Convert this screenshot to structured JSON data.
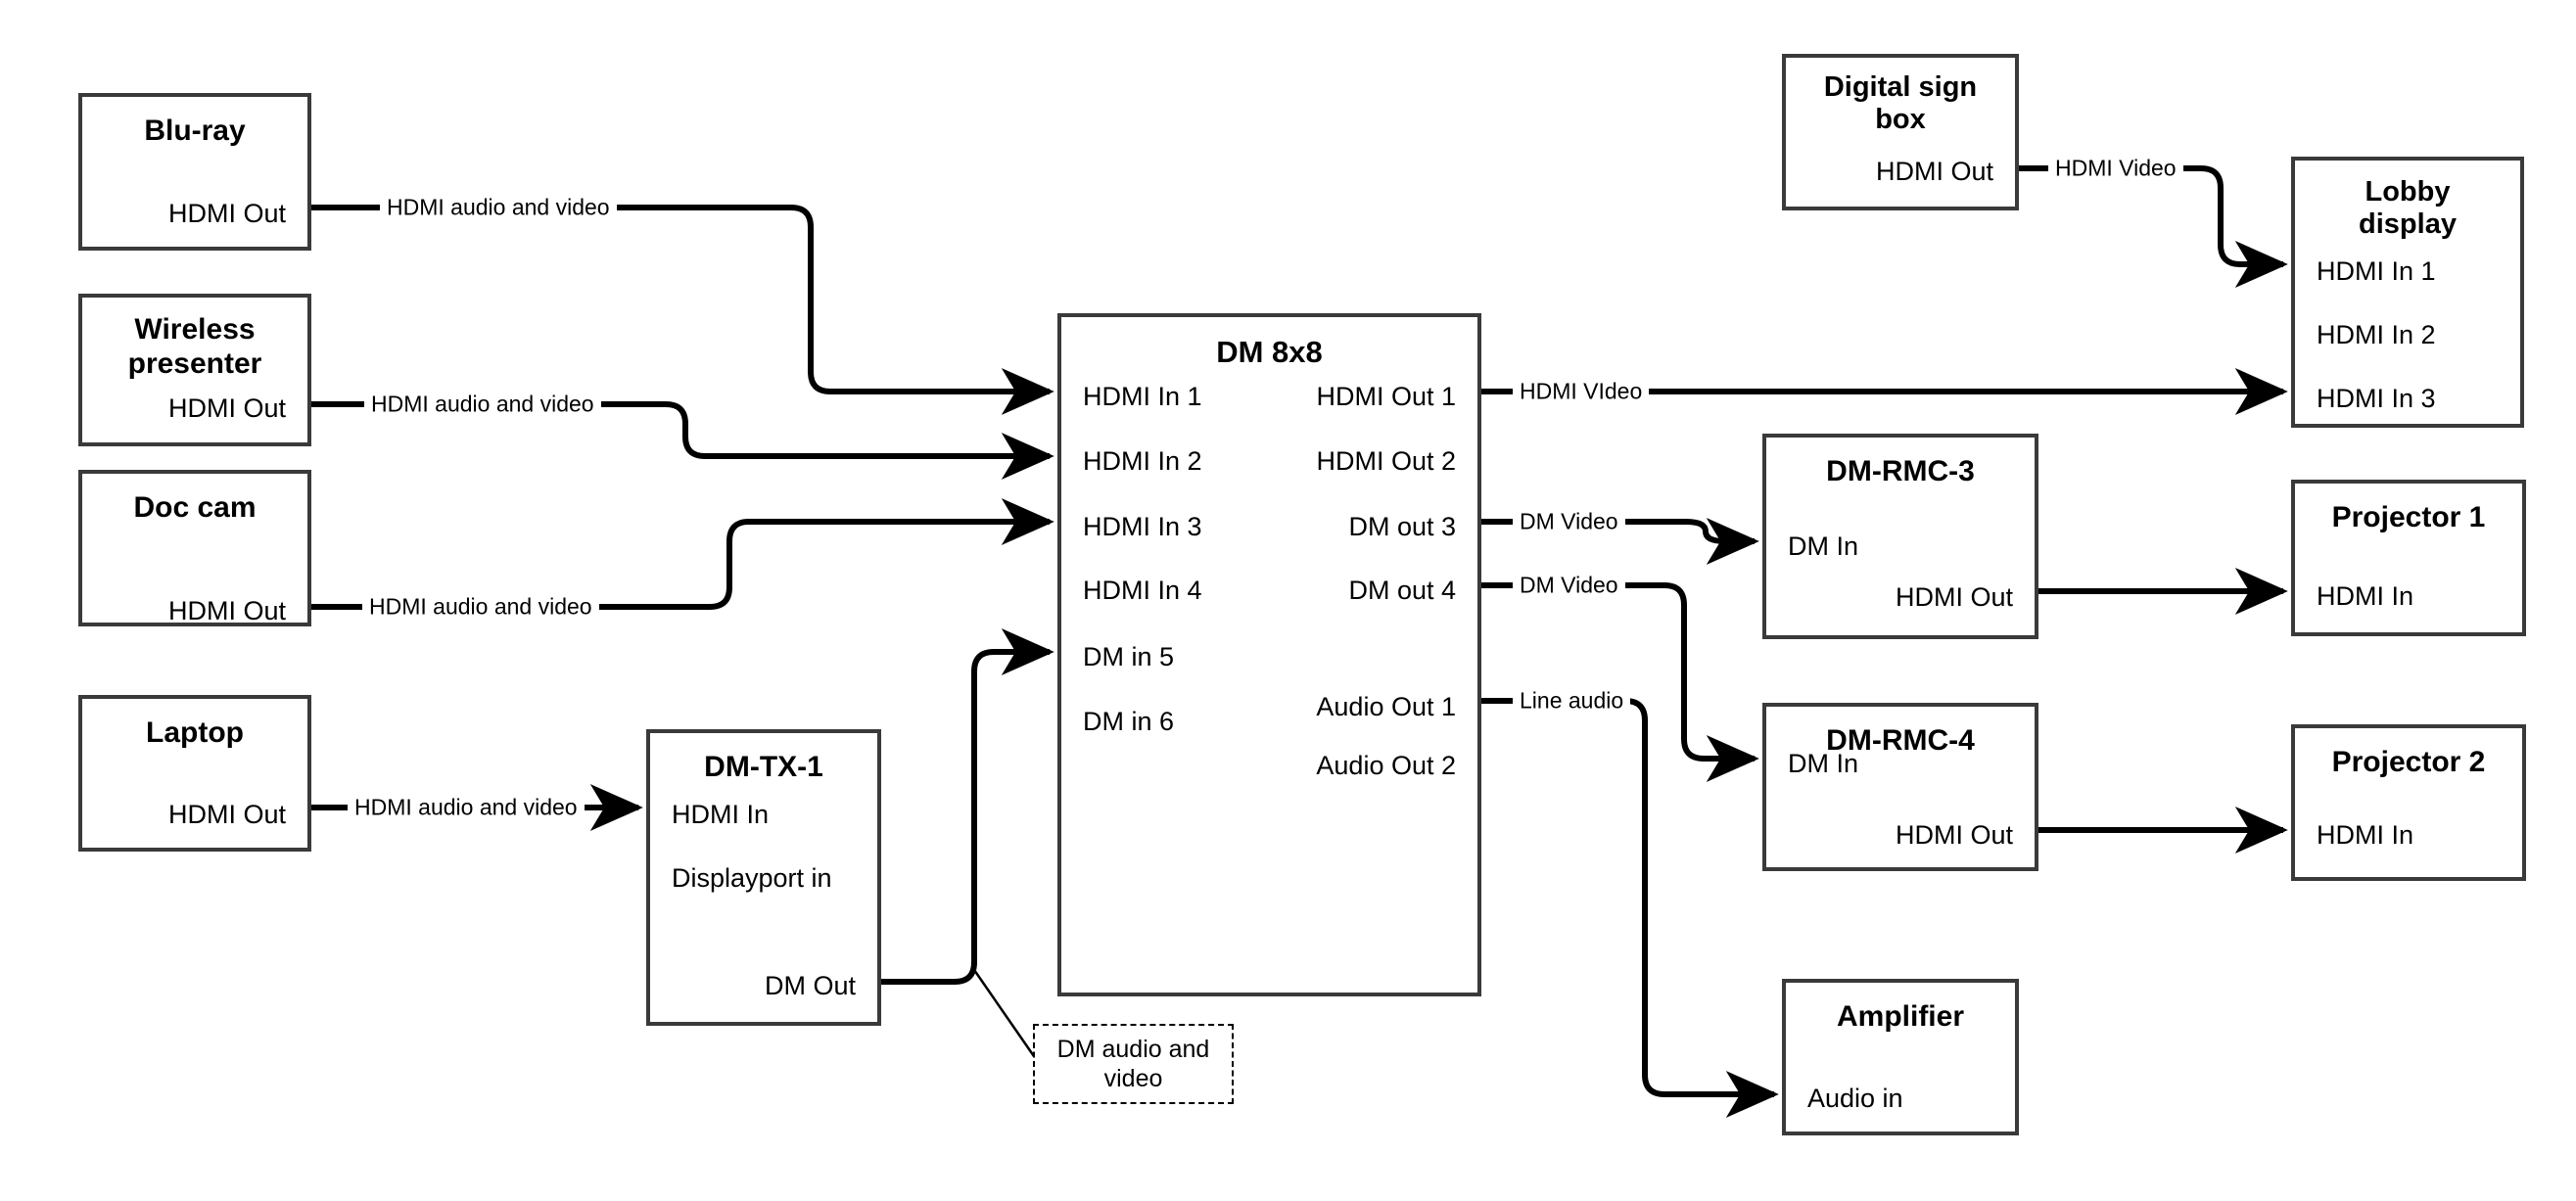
{
  "diagram": {
    "title": "AV signal flow diagram",
    "stroke_color": "#000000",
    "box_border_color": "#3a3a3a",
    "background": "#ffffff"
  },
  "nodes": {
    "bluray": {
      "title": "Blu-ray",
      "ports": {
        "out1": "HDMI Out"
      }
    },
    "wireless": {
      "title": "Wireless\npresenter",
      "ports": {
        "out1": "HDMI Out"
      }
    },
    "doccam": {
      "title": "Doc cam",
      "ports": {
        "out1": "HDMI Out"
      }
    },
    "laptop": {
      "title": "Laptop",
      "ports": {
        "out1": "HDMI Out"
      }
    },
    "dmtx1": {
      "title": "DM-TX-1",
      "ports": {
        "in1": "HDMI In",
        "in2": "Displayport in",
        "out1": "DM Out"
      }
    },
    "dm8x8": {
      "title": "DM 8x8",
      "inputs": [
        "HDMI In 1",
        "HDMI In 2",
        "HDMI In 3",
        "HDMI In 4",
        "DM in 5",
        "DM in 6"
      ],
      "outputs": [
        "HDMI Out 1",
        "HDMI Out 2",
        "DM out 3",
        "DM out 4",
        "Audio Out 1",
        "Audio Out 2"
      ]
    },
    "digitalsign": {
      "title": "Digital sign\nbox",
      "ports": {
        "out1": "HDMI Out"
      }
    },
    "lobbydisplay": {
      "title": "Lobby\ndisplay",
      "inputs": [
        "HDMI In 1",
        "HDMI In 2",
        "HDMI In 3"
      ]
    },
    "dmrmc3": {
      "title": "DM-RMC-3",
      "ports": {
        "in1": "DM In",
        "out1": "HDMI Out"
      }
    },
    "dmrmc4": {
      "title": "DM-RMC-4",
      "ports": {
        "in1": "DM In",
        "out1": "HDMI Out"
      }
    },
    "projector1": {
      "title": "Projector 1",
      "ports": {
        "in1": "HDMI In"
      }
    },
    "projector2": {
      "title": "Projector 2",
      "ports": {
        "in1": "HDMI In"
      }
    },
    "amplifier": {
      "title": "Amplifier",
      "ports": {
        "in1": "Audio in"
      }
    }
  },
  "links": {
    "bluray_to_in1": {
      "label": "HDMI audio and video"
    },
    "wireless_to_in2": {
      "label": "HDMI audio and video"
    },
    "doccam_to_in3": {
      "label": "HDMI audio and video"
    },
    "laptop_to_dmtx1": {
      "label": "HDMI audio and video"
    },
    "hdmiout1_to_lobby3": {
      "label": "HDMI VIdeo"
    },
    "dmout3_to_rmc3": {
      "label": "DM Video"
    },
    "dmout4_to_rmc4": {
      "label": "DM Video"
    },
    "audioout1_to_amp": {
      "label": "Line audio"
    },
    "sign_to_lobby1": {
      "label": "HDMI Video"
    },
    "dmtx1_to_dmin5": {
      "label": ""
    }
  },
  "annotations": {
    "dm_audio_video": {
      "text": "DM audio and video"
    }
  }
}
